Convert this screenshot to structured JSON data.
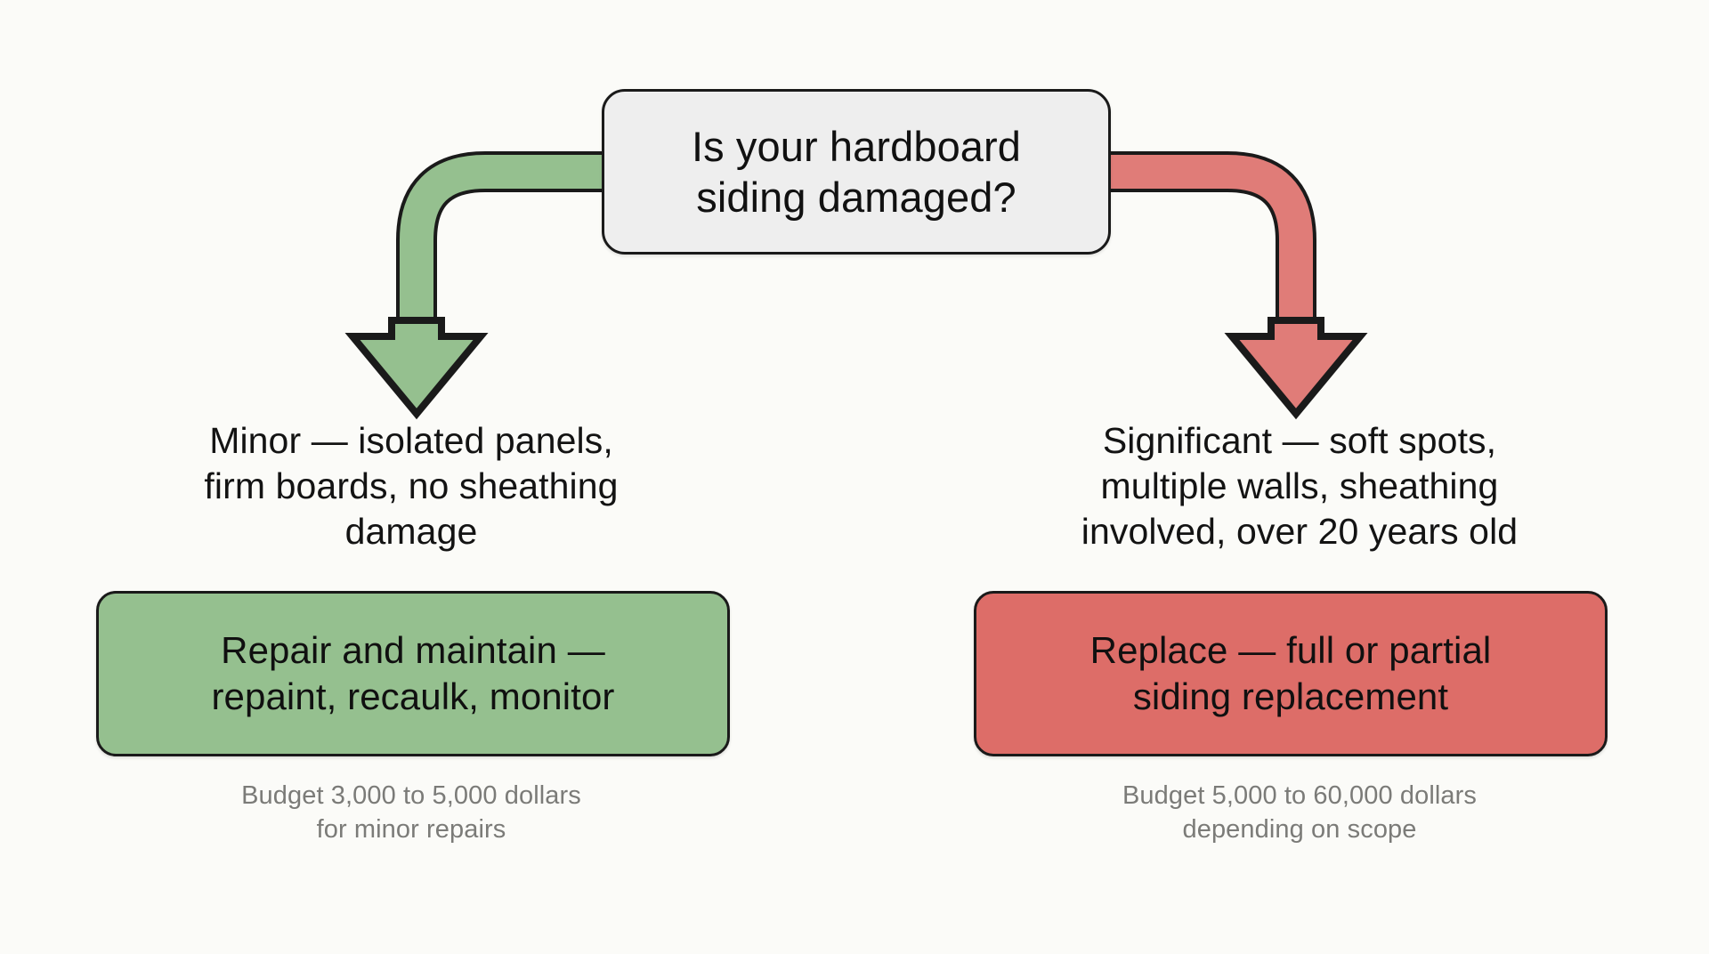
{
  "diagram": {
    "type": "decision-flowchart",
    "background_color": "#fbfbf8",
    "root": {
      "text": "Is your hardboard siding damaged?",
      "line1": "Is your hardboard",
      "line2": "siding damaged?",
      "fill_color": "#eeeeee",
      "border_color": "#1a1a1a"
    },
    "branches": [
      {
        "id": "minor",
        "side": "left",
        "accent_color": "#95c08f",
        "connector_color": "#95c08f",
        "description": {
          "line1": "Minor — isolated panels,",
          "line2": "firm boards, no sheathing",
          "line3": "damage"
        },
        "outcome": {
          "line1": "Repair and maintain —",
          "line2": "repaint, recaulk, monitor",
          "fill_color": "#95c08f"
        },
        "budget": {
          "line1": "Budget 3,000 to 5,000 dollars",
          "line2": "for minor repairs",
          "text_color": "#7b7b78"
        }
      },
      {
        "id": "significant",
        "side": "right",
        "accent_color": "#dd6d68",
        "connector_color": "#e07c78",
        "description": {
          "line1": "Significant — soft spots,",
          "line2": "multiple walls, sheathing",
          "line3": "involved, over 20 years old"
        },
        "outcome": {
          "line1": "Replace — full or partial",
          "line2": "siding replacement",
          "fill_color": "#dd6d68"
        },
        "budget": {
          "line1": "Budget 5,000 to 60,000 dollars",
          "line2": "depending on scope",
          "text_color": "#7b7b78"
        }
      }
    ]
  }
}
